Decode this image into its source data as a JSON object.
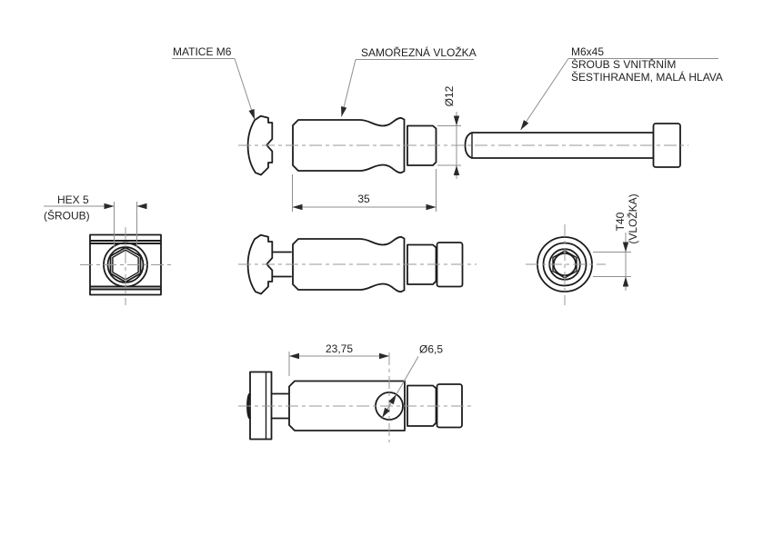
{
  "drawing": {
    "kind": "technical-drawing",
    "language": "Czech",
    "views": [
      "exploded side view",
      "nut front view",
      "assembled side view",
      "end view",
      "assembled bottom view"
    ]
  },
  "callouts": {
    "nut": "MATICE M6",
    "insert": "SAMOŘEZNÁ VLOŽKA",
    "screw": {
      "line1": "M6x45",
      "line2": "ŠROUB S VNITŘNÍM",
      "line3": "ŠESTIHRANEM, MALÁ HLAVA"
    }
  },
  "dimensions": {
    "hex_socket": {
      "line1": "HEX 5",
      "line2": "(ŠROUB)"
    },
    "torx_socket": {
      "line1": "T40",
      "line2": "(VLOŽKA)"
    },
    "end_diameter": "Ø12",
    "insert_length": "35",
    "hole_offset": "23,75",
    "hole_diameter": "Ø6,5"
  },
  "colors": {
    "outline": "#1c1c1c",
    "centerline": "#9a9a9a",
    "dimension": "#8f8f8f",
    "text": "#222222",
    "canvas": "#ffffff"
  }
}
